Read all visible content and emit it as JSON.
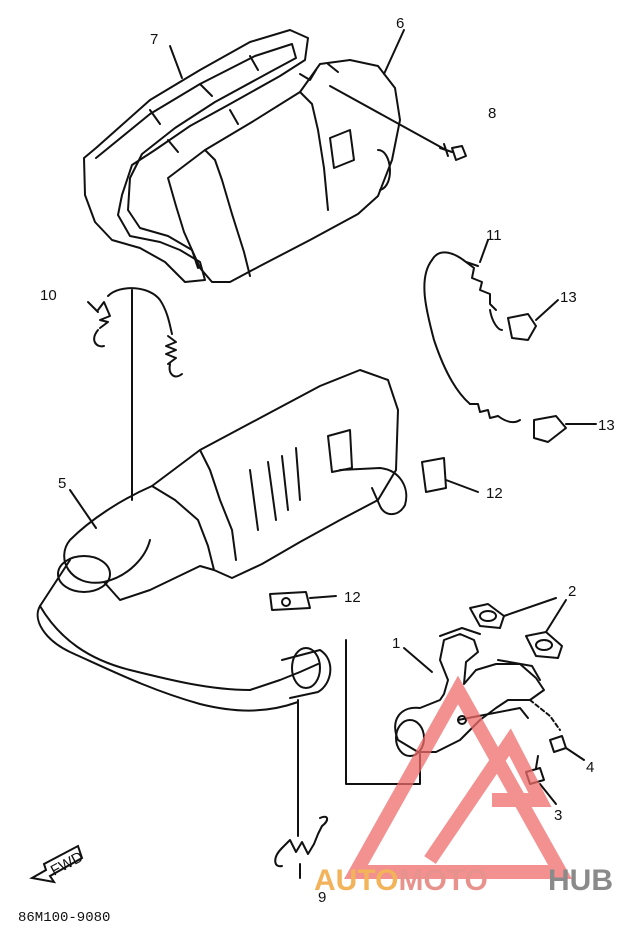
{
  "diagram_code": "86M100-9080",
  "direction_arrow": {
    "text": "FWD"
  },
  "watermark": {
    "part1": "AUTOMOTO",
    "part2": "HUB",
    "colors": {
      "auto": "#f2b35b",
      "moto": "#e8928e",
      "hub": "#8a8a8a",
      "triangle": "#ef6b6b"
    }
  },
  "callouts": [
    {
      "id": "1",
      "label": "1"
    },
    {
      "id": "2",
      "label": "2"
    },
    {
      "id": "3",
      "label": "3"
    },
    {
      "id": "4",
      "label": "4"
    },
    {
      "id": "5",
      "label": "5"
    },
    {
      "id": "6",
      "label": "6"
    },
    {
      "id": "7",
      "label": "7"
    },
    {
      "id": "8",
      "label": "8"
    },
    {
      "id": "9",
      "label": "9"
    },
    {
      "id": "10",
      "label": "10"
    },
    {
      "id": "11",
      "label": "11"
    },
    {
      "id": "12a",
      "label": "12"
    },
    {
      "id": "12b",
      "label": "12"
    },
    {
      "id": "13a",
      "label": "13"
    },
    {
      "id": "13b",
      "label": "13"
    }
  ]
}
